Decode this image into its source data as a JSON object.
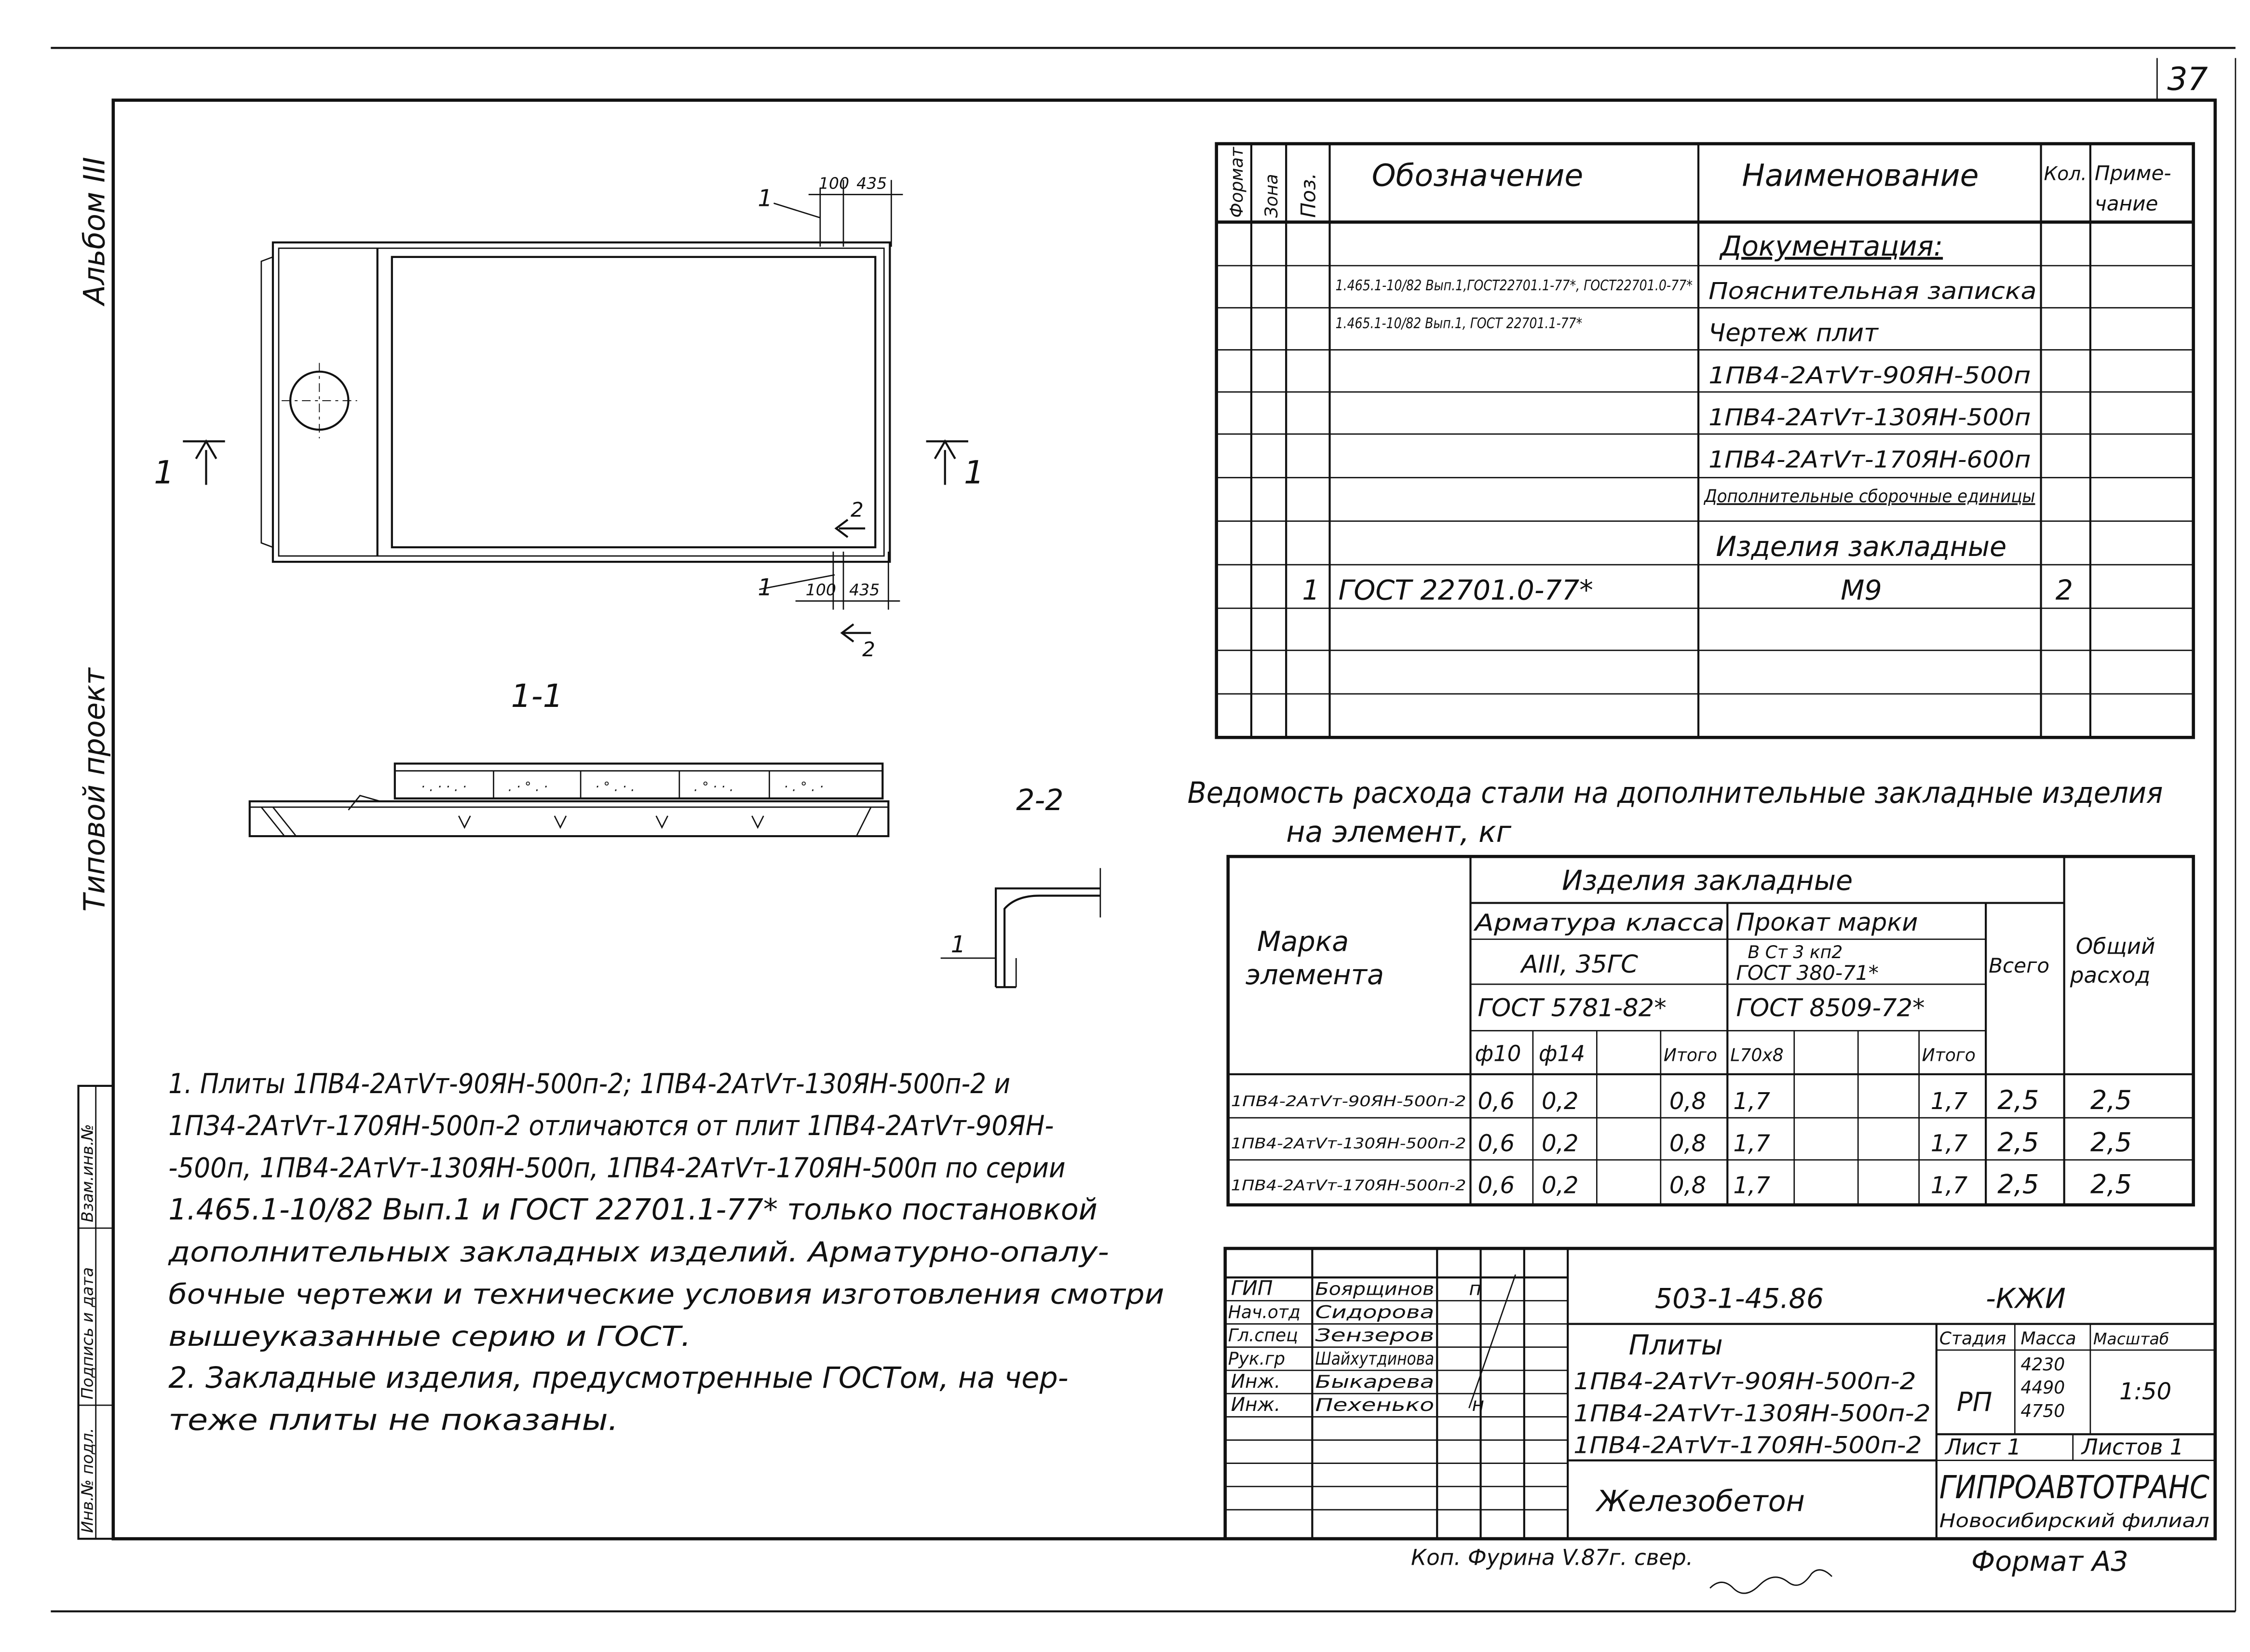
{
  "sheet": {
    "number": "37",
    "side_album": "Альбом III",
    "side_project": "Типовой проект",
    "side_stamp": [
      "Инв.№ подл.",
      "Подпись и дата",
      "Взам.инв.№"
    ]
  },
  "plan": {
    "cut_label_left": "1",
    "cut_label_right": "1",
    "pos_top": "1",
    "pos_bottom": "1",
    "dim_top_a": "100",
    "dim_top_b": "435",
    "dim_bot_a": "100",
    "dim_bot_b": "435",
    "cut2_top": "2",
    "cut2_bottom": "2"
  },
  "section_1_title": "1-1",
  "section_2_title": "2-2",
  "section_2_pos": "1",
  "spec_table": {
    "headers": [
      "Формат",
      "Зона",
      "Поз.",
      "Обозначение",
      "Наименование",
      "Кол.",
      "Приме-",
      "чание"
    ],
    "rows": [
      {
        "pos": "",
        "designation": "",
        "name": "Документация:",
        "qty": ""
      },
      {
        "pos": "",
        "designation": "1.465.1-10/82 Вып.1,ГОСТ22701.1-77*, ГОСТ22701.0-77*",
        "name": "Пояснительная записка",
        "qty": ""
      },
      {
        "pos": "",
        "designation": "1.465.1-10/82 Вып.1, ГОСТ 22701.1-77*",
        "name": "Чертеж плит",
        "qty": ""
      },
      {
        "pos": "",
        "designation": "",
        "name": "1ПВ4-2АтVт-90ЯН-500п",
        "qty": ""
      },
      {
        "pos": "",
        "designation": "",
        "name": "1ПВ4-2АтVт-130ЯН-500п",
        "qty": ""
      },
      {
        "pos": "",
        "designation": "",
        "name": "1ПВ4-2АтVт-170ЯН-600п",
        "qty": ""
      },
      {
        "pos": "",
        "designation": "",
        "name": "Дополнительные сборочные единицы",
        "qty": ""
      },
      {
        "pos": "",
        "designation": "",
        "name": "Изделия закладные",
        "qty": ""
      },
      {
        "pos": "1",
        "designation": "ГОСТ 22701.0-77*",
        "name": "М9",
        "qty": "2"
      }
    ]
  },
  "steel": {
    "title_line1": "Ведомость расхода стали на дополнительные закладные изделия",
    "title_line2": "на элемент, кг",
    "h_mark": "Марка",
    "h_mark2": "элемента",
    "h_embedded": "Изделия закладные",
    "h_rebar": "Арматура класса",
    "h_rebar_class": "АIII, 35ГС",
    "h_rebar_gost": "ГОСТ 5781-82*",
    "h_rolled": "Прокат марки",
    "h_rolled_grade": "В Ст 3 кп2",
    "h_rolled_gost1": "ГОСТ 380-71*",
    "h_rolled_gost2": "ГОСТ 8509-72*",
    "h_total": "Всего",
    "h_general": "Общий",
    "h_general2": "расход",
    "h_d10": "ф10",
    "h_d14": "ф14",
    "h_itogo": "Итого",
    "h_angle": "L70х8",
    "h_itogo2": "Итого",
    "rows": [
      {
        "mark": "1ПВ4-2АтVт-90ЯН-500п-2",
        "d10": "0,6",
        "d14": "0,2",
        "sum1": "0,8",
        "angle": "1,7",
        "sum2": "1,7",
        "total": "2,5",
        "general": "2,5"
      },
      {
        "mark": "1ПВ4-2АтVт-130ЯН-500п-2",
        "d10": "0,6",
        "d14": "0,2",
        "sum1": "0,8",
        "angle": "1,7",
        "sum2": "1,7",
        "total": "2,5",
        "general": "2,5"
      },
      {
        "mark": "1ПВ4-2АтVт-170ЯН-500п-2",
        "d10": "0,6",
        "d14": "0,2",
        "sum1": "0,8",
        "angle": "1,7",
        "sum2": "1,7",
        "total": "2,5",
        "general": "2,5"
      }
    ]
  },
  "notes": [
    "1. Плиты 1ПВ4-2АтVт-90ЯН-500п-2; 1ПВ4-2АтVт-130ЯН-500п-2 и",
    "1ПЗ4-2АтVт-170ЯН-500п-2 отличаются от плит 1ПВ4-2АтVт-90ЯН-",
    "-500п, 1ПВ4-2АтVт-130ЯН-500п, 1ПВ4-2АтVт-170ЯН-500п по серии",
    "1.465.1-10/82 Вып.1 и ГОСТ 22701.1-77* только постановкой",
    "дополнительных закладных изделий. Арматурно-опалу-",
    "бочные чертежи и технические условия изготовления смотри",
    "вышеуказанные серию и ГОСТ.",
    "2. Закладные изделия, предусмотренные ГОСТом, на чер-",
    "теже плиты не показаны."
  ],
  "title_block": {
    "code": "503-1-45.86",
    "suffix": "-КЖИ",
    "roles": [
      "ГИП",
      "Нач.отд",
      "Гл.спец",
      "Рук.гр",
      "Инж.",
      "Инж."
    ],
    "names": [
      "Боярщинов",
      "Сидорова",
      "Зензеров",
      "Шайхутдинова",
      "Быкарева",
      "Пехенько"
    ],
    "sign_mark_top": "п",
    "sign_mark_bottom": "н",
    "plates_title": "Плиты",
    "plate_1": "1ПВ4-2АтVт-90ЯН-500п-2",
    "plate_2": "1ПВ4-2АтVт-130ЯН-500п-2",
    "plate_3": "1ПВ4-2АтVт-170ЯН-500п-2",
    "h_stage": "Стадия",
    "h_mass": "Масса",
    "h_scale": "Масштаб",
    "stage": "РП",
    "masses": [
      "4230",
      "4490",
      "4750"
    ],
    "scale": "1:50",
    "sheet": "Лист 1",
    "sheets": "Листов 1",
    "material": "Железобетон",
    "org": "ГИПРОАВТОТРАНС",
    "org_branch": "Новосибирский филиал"
  },
  "footer": {
    "copied": "Коп. Фурина V.87г. свер.",
    "format": "Формат А3"
  }
}
